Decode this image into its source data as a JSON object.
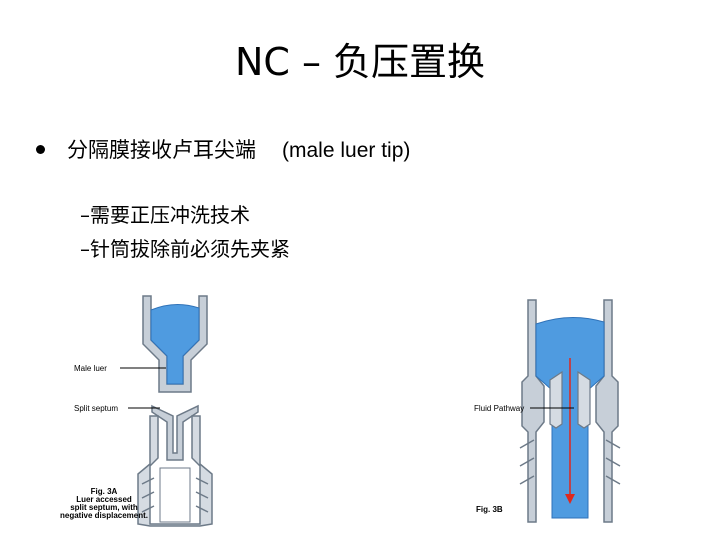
{
  "slide": {
    "title": "NC – 负压置换",
    "bullet_main": "分隔膜接收卢耳尖端",
    "bullet_paren": "(male luer tip)",
    "sub_items": [
      "–需要正压冲洗技术",
      "–针筒拔除前必须先夹紧"
    ]
  },
  "figure_a": {
    "label_male_luer": "Male luer",
    "label_split_septum": "Split septum",
    "caption_lines": [
      "Fig. 3A",
      "Luer accessed",
      "split septum, with",
      "negative displacement."
    ]
  },
  "figure_b": {
    "label_fluid_pathway": "Fluid Pathway",
    "caption": "Fig. 3B"
  },
  "colors": {
    "fluid": "#4f9be0",
    "housing": "#c7cfd8",
    "housing_dark": "#6d7a88",
    "arrow": "#e0281c"
  }
}
